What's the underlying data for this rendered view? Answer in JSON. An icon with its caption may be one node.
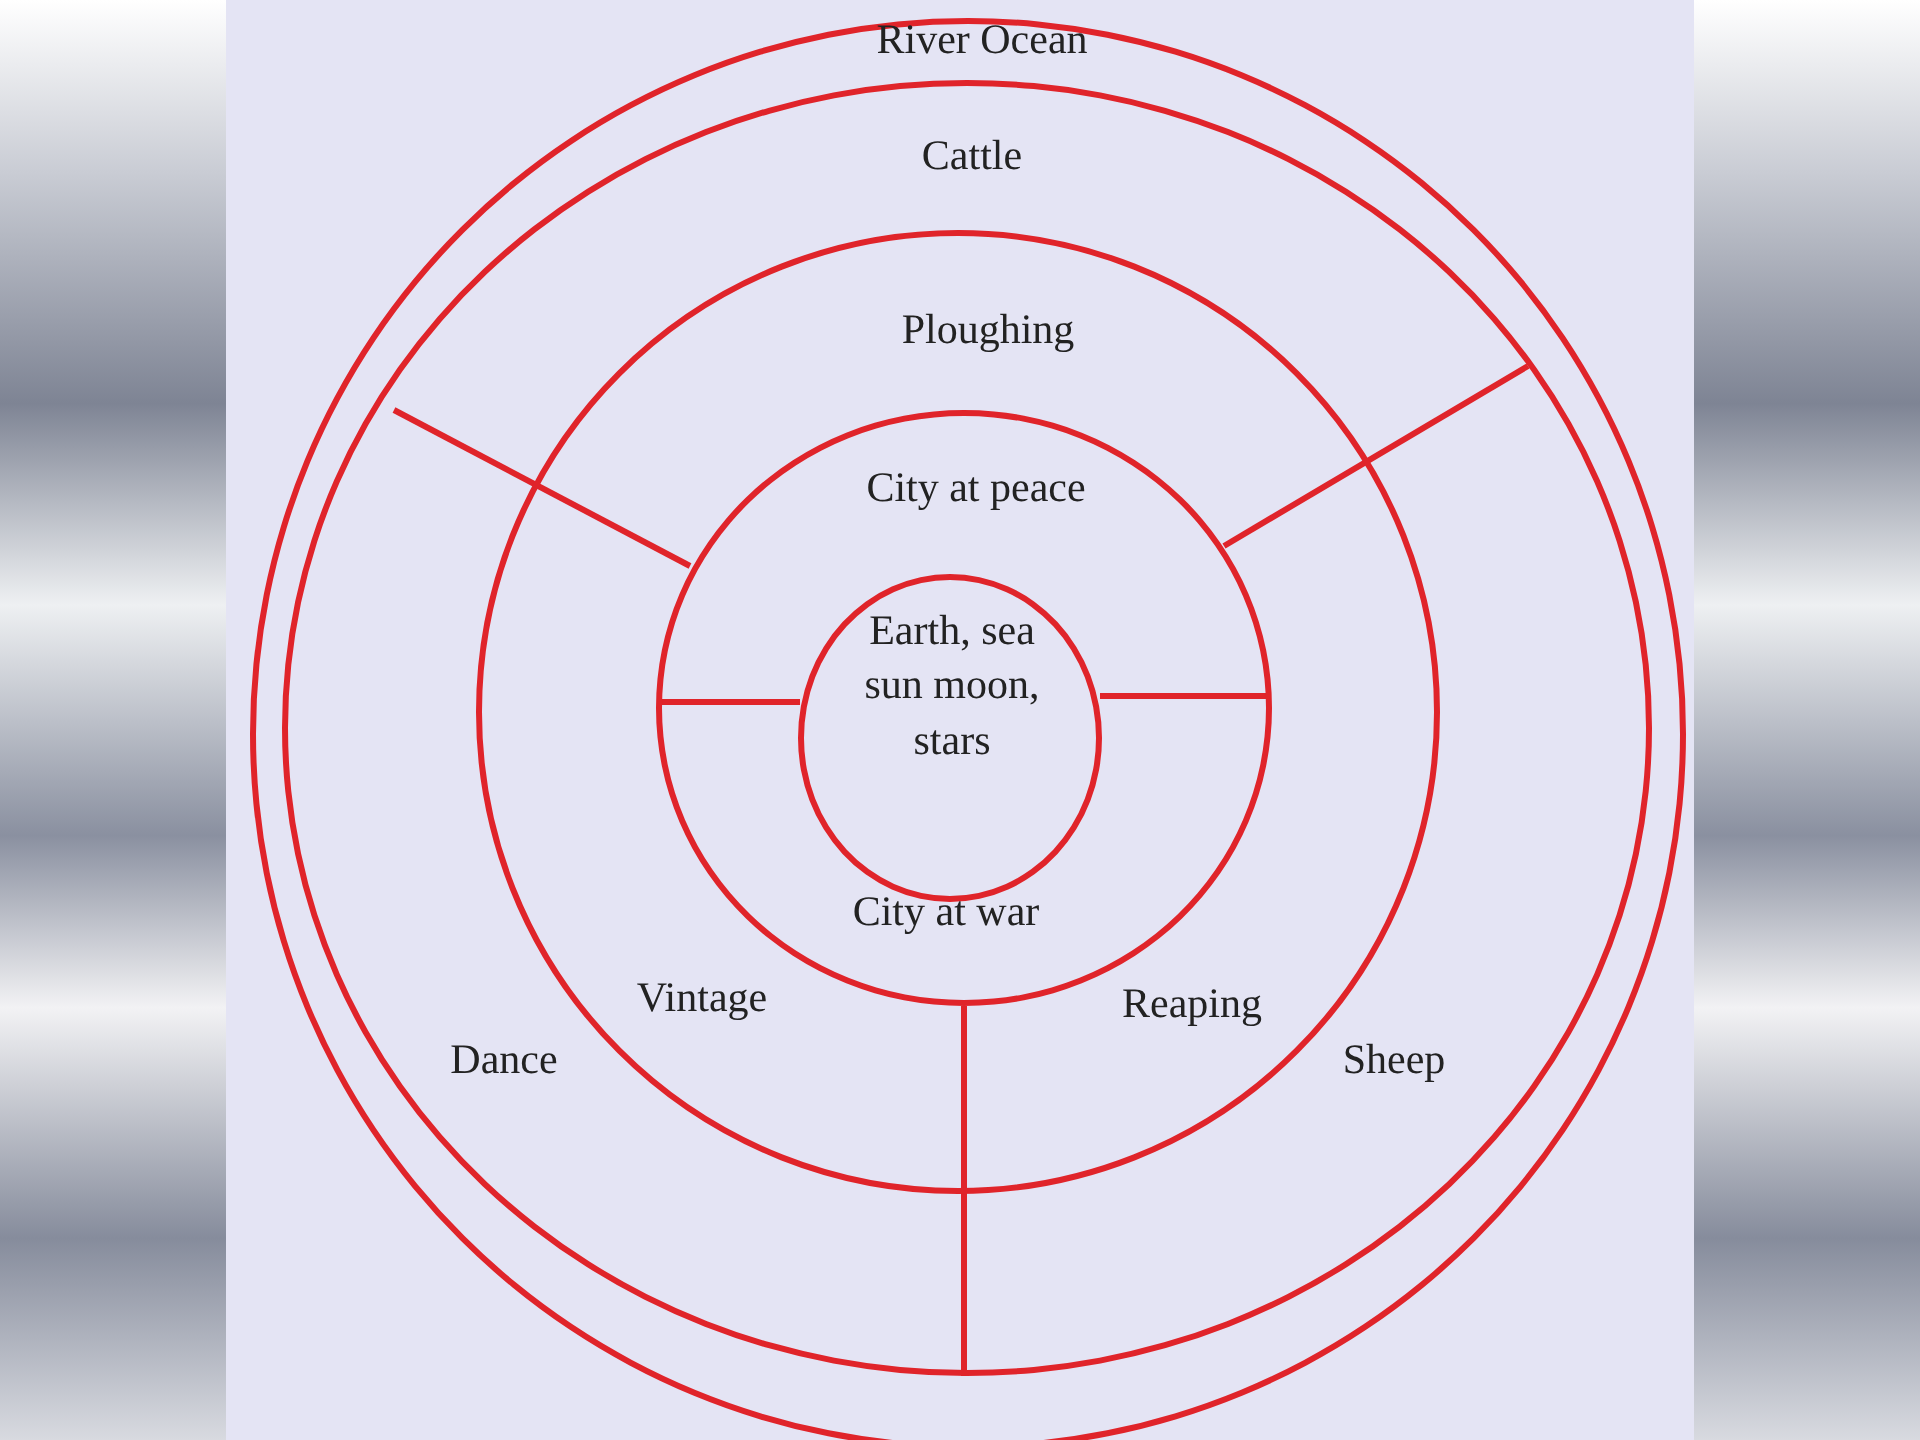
{
  "diagram": {
    "nodes": [
      {
        "text": [
          "River Ocean"
        ]
      },
      {
        "text": [
          "Cattle"
        ],
        "in": 0
      },
      {
        "text": [
          "Ploughing"
        ],
        "in": 1
      },
      {
        "text": [
          "City at peace",
          "City at war"
        ],
        "in": 2
      },
      {
        "text": [
          "Earth, sea sun moon, stars"
        ],
        "in": 3
      }
    ],
    "labels": [
      "Vintage",
      "Reaping",
      "Dance",
      "Sheep"
    ]
  }
}
